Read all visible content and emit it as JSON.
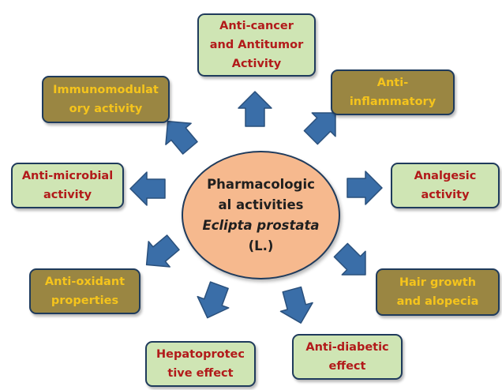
{
  "center": {
    "line1": "Pharmacologic",
    "line2": "al activities",
    "species": "Eclipta prostata",
    "authority": "(L.)"
  },
  "activities": [
    {
      "id": "anti-cancer",
      "label": "Anti-cancer\nand Antitumor\nActivity",
      "style": "green"
    },
    {
      "id": "anti-inflammatory",
      "label": "Anti-\ninflammatory",
      "style": "olive"
    },
    {
      "id": "analgesic",
      "label": "Analgesic\nactivity",
      "style": "green"
    },
    {
      "id": "hair-growth",
      "label": "Hair growth\nand alopecia",
      "style": "olive"
    },
    {
      "id": "anti-diabetic",
      "label": "Anti-diabetic\neffect",
      "style": "green"
    },
    {
      "id": "hepatoprotective",
      "label": "Hepatoprotec\ntive effect",
      "style": "green"
    },
    {
      "id": "anti-oxidant",
      "label": "Anti-oxidant\nproperties",
      "style": "olive"
    },
    {
      "id": "anti-microbial",
      "label": "Anti-microbial\nactivity",
      "style": "green"
    },
    {
      "id": "immunomodulatory",
      "label": "Immunomodulat\nory activity",
      "style": "olive"
    }
  ],
  "colors": {
    "green_fill": "#cfe5b4",
    "green_text": "#b21a1a",
    "olive_fill": "#9a8642",
    "olive_text": "#f5c41c",
    "center_fill": "#f6b98e",
    "arrow_fill": "#3a6ea8",
    "border": "#1f3b5c"
  }
}
